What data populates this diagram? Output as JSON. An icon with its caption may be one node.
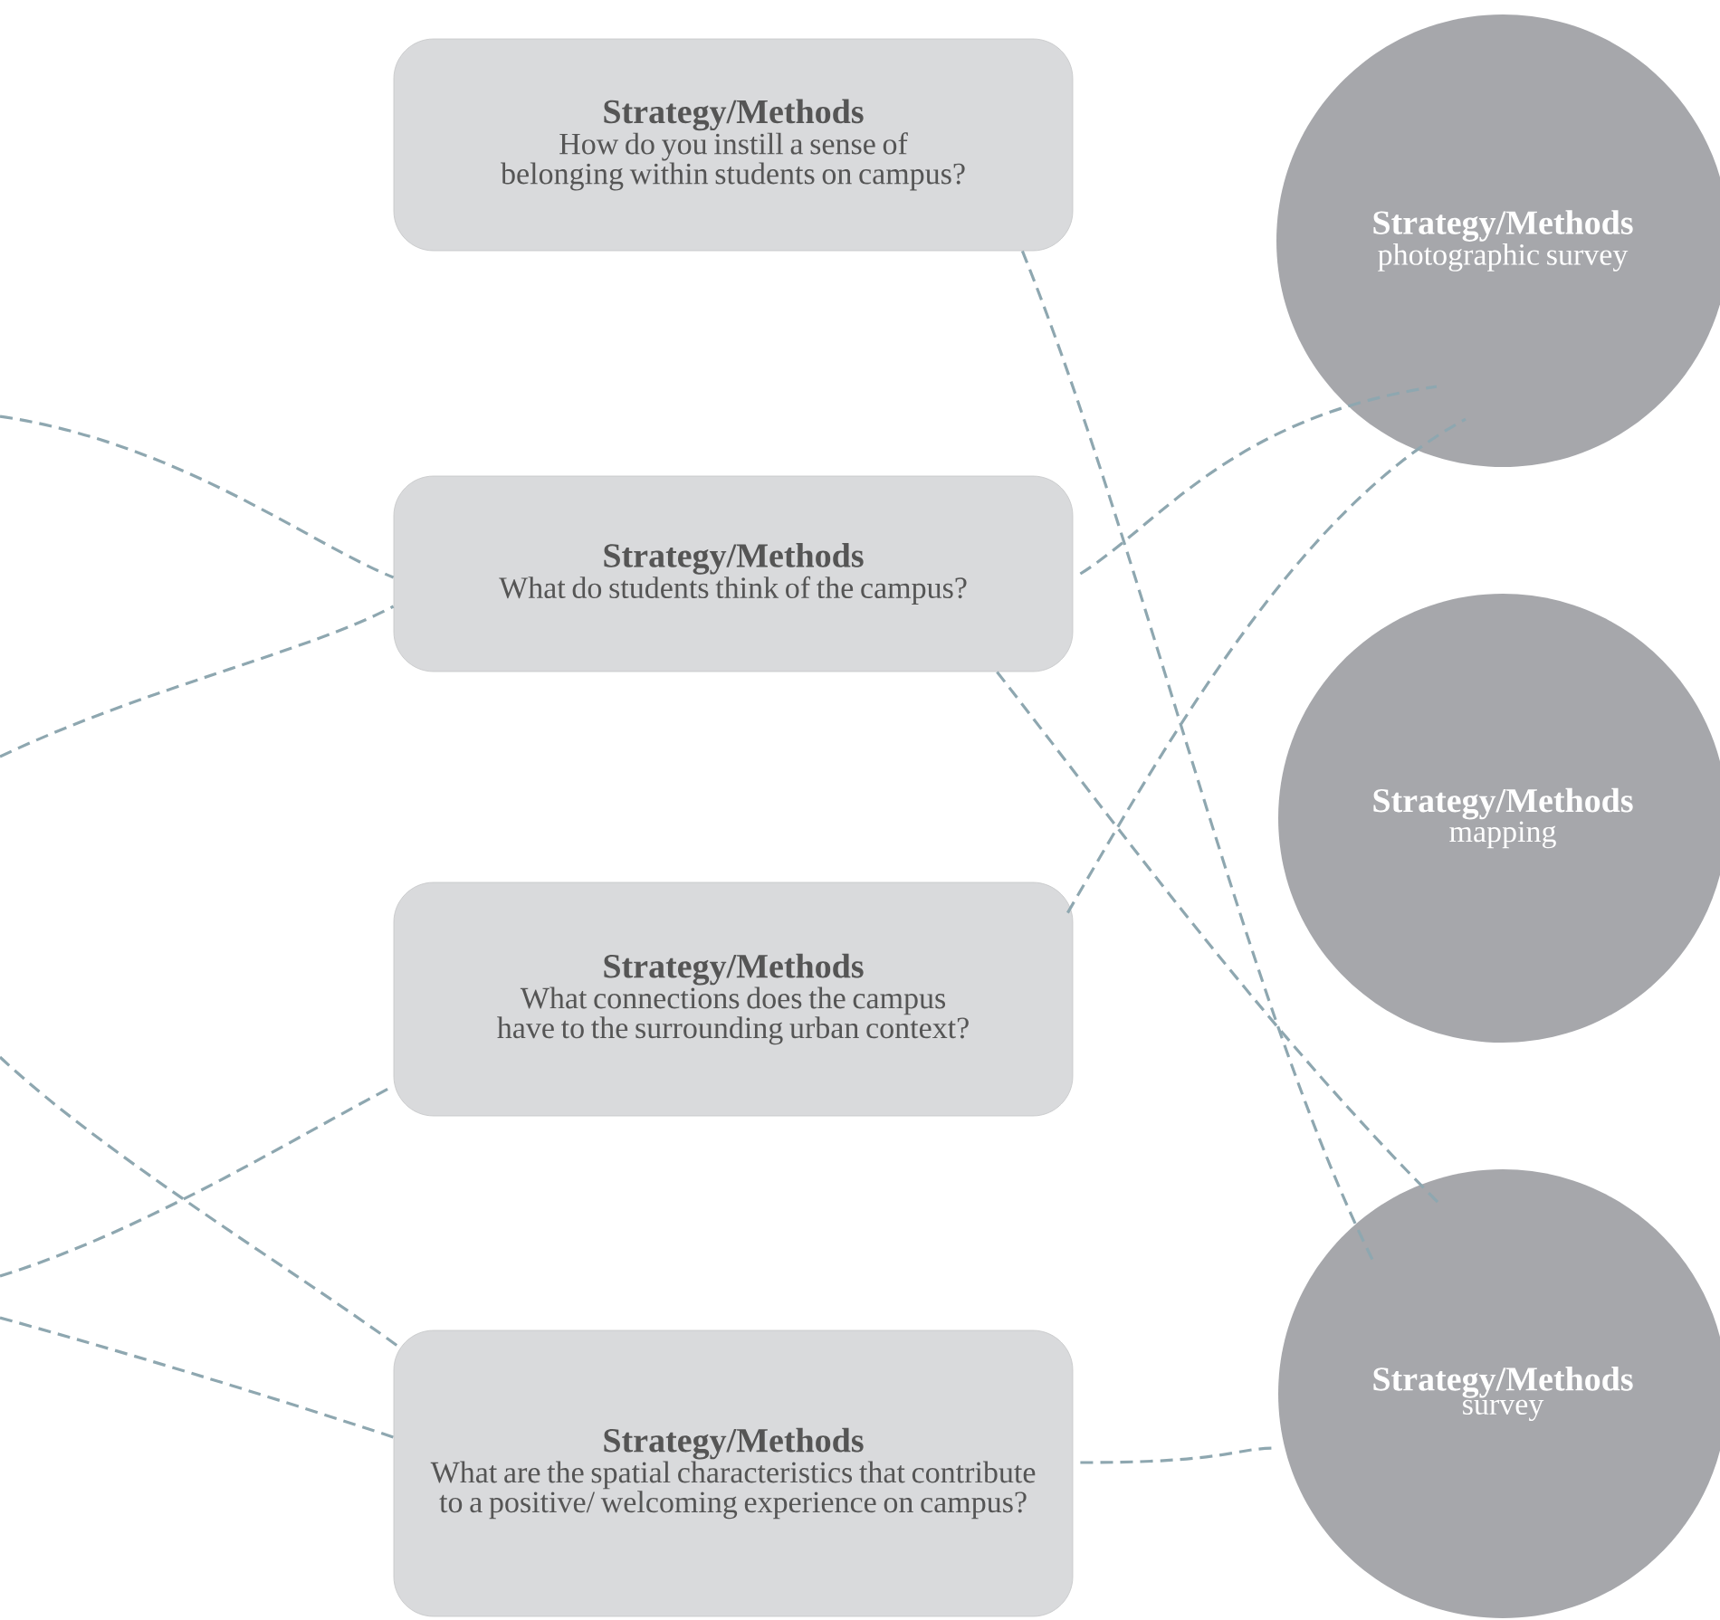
{
  "diagram": {
    "nodes": [
      {
        "text": [
          "Strategy/Methods",
          "How do you instill a sense of belonging within students on campus?"
        ]
      },
      {
        "text": [
          "Strategy/Methods",
          "What do students think of the campus?"
        ]
      },
      {
        "text": [
          "Strategy/Methods",
          "What connections does the campus have to the surrounding urban context?"
        ]
      },
      {
        "text": [
          "Strategy/Methods",
          "What are the spatial characteristics that contribute to a positive/ welcoming experience on campus?"
        ]
      },
      {
        "text": [
          "Strategy/Methods",
          "photographic survey"
        ]
      },
      {
        "text": [
          "Strategy/Methods",
          "mapping"
        ]
      },
      {
        "text": [
          "Strategy/Methods",
          "survey"
        ]
      }
    ],
    "edges": [
      {
        "from": 0,
        "to": 6,
        "arrow": "none",
        "style": "dashed"
      },
      {
        "from": 1,
        "to": 4,
        "arrow": "none",
        "style": "dashed"
      },
      {
        "from": 1,
        "to": 6,
        "arrow": "none",
        "style": "dashed"
      },
      {
        "from": 2,
        "to": 4,
        "arrow": "none",
        "style": "dashed"
      },
      {
        "from": 3,
        "to": 6,
        "arrow": "none",
        "style": "dashed"
      },
      {
        "from": null,
        "to": 1,
        "arrow": "none",
        "style": "dashed"
      },
      {
        "from": null,
        "to": 1,
        "arrow": "none",
        "style": "dashed"
      },
      {
        "from": null,
        "to": 3,
        "arrow": "none",
        "style": "dashed"
      },
      {
        "from": null,
        "to": 2,
        "arrow": "none",
        "style": "dashed"
      },
      {
        "from": null,
        "to": 3,
        "arrow": "none",
        "style": "dashed"
      }
    ]
  }
}
